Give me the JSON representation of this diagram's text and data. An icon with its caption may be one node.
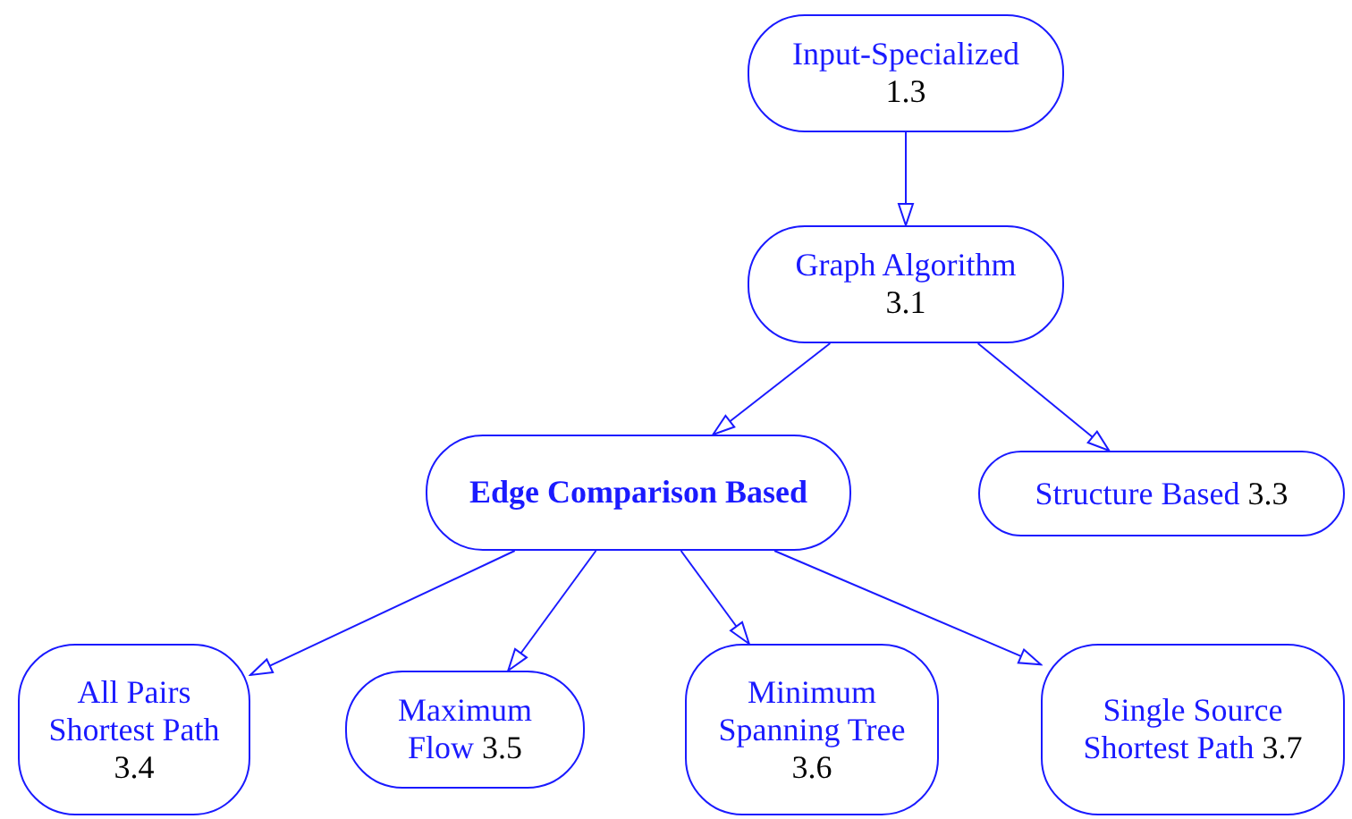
{
  "diagram": {
    "nodes": [
      {
        "text": [
          "Input-Specialized",
          "1.3"
        ]
      },
      {
        "text": [
          "Graph Algorithm",
          "3.1"
        ]
      },
      {
        "text": [
          "Edge Comparison Based"
        ]
      },
      {
        "text": [
          "Structure Based",
          "3.3"
        ]
      },
      {
        "text": [
          "All Pairs Shortest Path",
          "3.4"
        ]
      },
      {
        "text": [
          "Maximum Flow",
          "3.5"
        ]
      },
      {
        "text": [
          "Minimum Spanning Tree",
          "3.6"
        ]
      },
      {
        "text": [
          "Single Source Shortest Path",
          "3.7"
        ]
      }
    ],
    "edges": [
      {
        "from": 0,
        "to": 1,
        "arrow": "to"
      },
      {
        "from": 1,
        "to": 2,
        "arrow": "to"
      },
      {
        "from": 1,
        "to": 3,
        "arrow": "to"
      },
      {
        "from": 2,
        "to": 4,
        "arrow": "to"
      },
      {
        "from": 2,
        "to": 5,
        "arrow": "to"
      },
      {
        "from": 2,
        "to": 6,
        "arrow": "to"
      },
      {
        "from": 2,
        "to": 7,
        "arrow": "to"
      }
    ]
  }
}
